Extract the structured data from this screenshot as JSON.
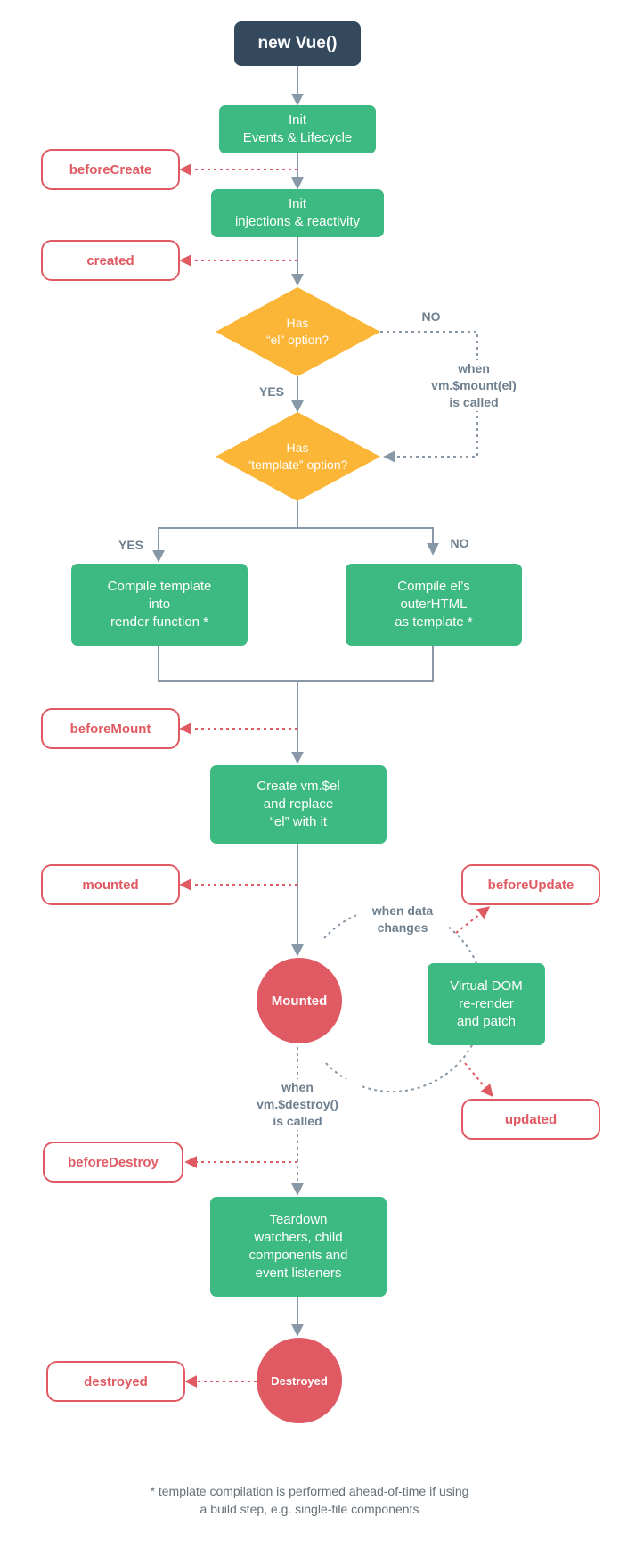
{
  "nodes": {
    "new_vue": "new Vue()",
    "init_events": "Init\nEvents & Lifecycle",
    "init_injections": "Init\ninjections & reactivity",
    "has_el": "Has\n“el” option?",
    "has_template": "Has\n“template” option?",
    "compile_template": "Compile template\ninto\nrender function *",
    "compile_el": "Compile el’s\nouterHTML\nas template *",
    "create_vm_el": "Create vm.$el\nand replace\n“el” with it",
    "mounted_state": "Mounted",
    "virtual_dom": "Virtual DOM\nre-render\nand patch",
    "teardown": "Teardown\nwatchers, child\ncomponents and\nevent listeners",
    "destroyed_state": "Destroyed"
  },
  "hooks": {
    "before_create": "beforeCreate",
    "created": "created",
    "before_mount": "beforeMount",
    "mounted": "mounted",
    "before_update": "beforeUpdate",
    "updated": "updated",
    "before_destroy": "beforeDestroy",
    "destroyed": "destroyed"
  },
  "labels": {
    "no_el": "NO",
    "when_mount": "when\nvm.$mount(el)\nis called",
    "yes_el": "YES",
    "yes_template": "YES",
    "no_template": "NO",
    "when_data_changes": "when data\nchanges",
    "when_destroy": "when\nvm.$destroy()\nis called"
  },
  "footnote": "* template compilation is performed ahead-of-time if using\na build step, e.g. single-file components",
  "colors": {
    "green": "#3dba82",
    "hook_red": "#e05a63",
    "decision_orange": "#fbb537",
    "dark_blue": "#34495e",
    "connector_gray": "#8898a6"
  }
}
